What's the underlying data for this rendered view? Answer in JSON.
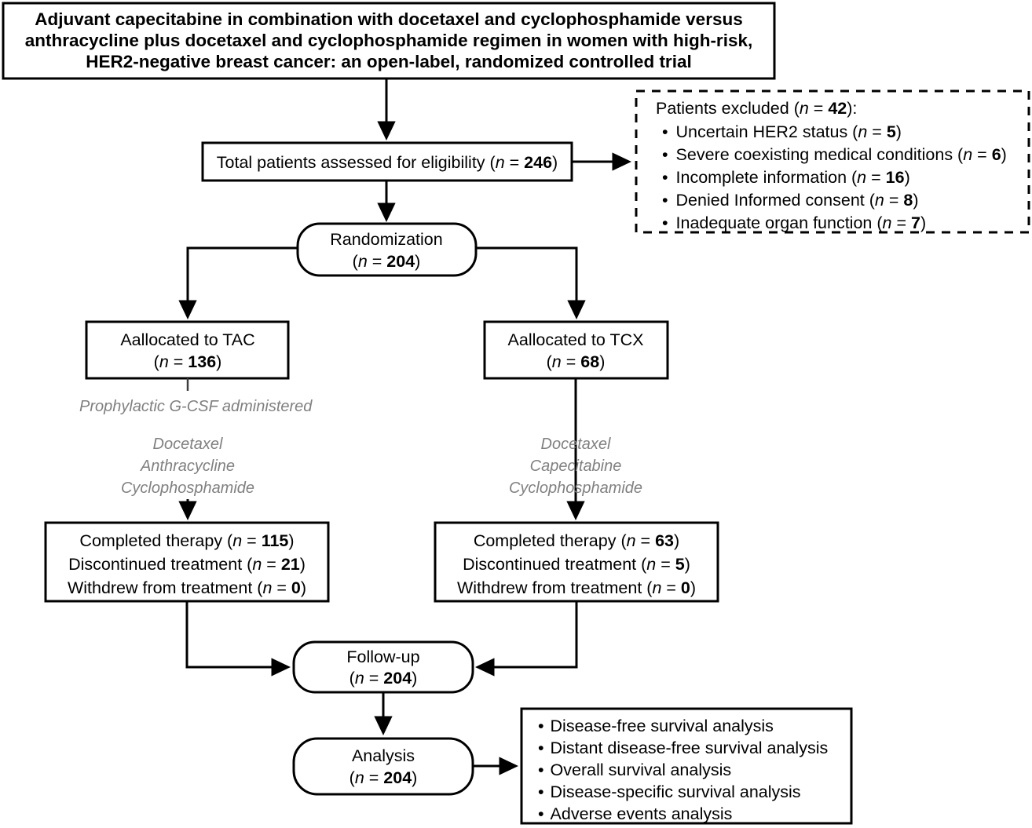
{
  "figure": {
    "type": "consort-flow-diagram",
    "title_box": {
      "lines": [
        "Adjuvant capecitabine in combination with docetaxel and cyclophosphamide versus",
        "anthracycline plus docetaxel and cyclophosphamide regimen in women with high-risk,",
        "HER2-negative breast cancer: an open-label, randomized controlled trial"
      ]
    },
    "eligibility_box": {
      "label": "Total patients assessed for eligibility (",
      "n_prefix": "n",
      "eq": " = ",
      "n_value": "246",
      "suffix": ")"
    },
    "excluded_box": {
      "heading_label": "Patients excluded (",
      "heading_n": "n",
      "heading_eq": " = ",
      "heading_value": "42",
      "heading_suffix": "):",
      "items": [
        {
          "bullet": "•",
          "text": "Uncertain HER2 status (",
          "n": "n",
          "eq": " = ",
          "value": "5",
          "suffix": ")"
        },
        {
          "bullet": "•",
          "text": "Severe coexisting medical conditions (",
          "n": "n",
          "eq": " = ",
          "value": "6",
          "suffix": ")"
        },
        {
          "bullet": "•",
          "text": "Incomplete information (",
          "n": "n",
          "eq": " = ",
          "value": "16",
          "suffix": ")"
        },
        {
          "bullet": "•",
          "text": "Denied Informed consent (",
          "n": "n",
          "eq": " = ",
          "value": "8",
          "suffix": ")"
        },
        {
          "bullet": "•",
          "text": "Inadequate organ function (",
          "n": "n",
          "eq": " = ",
          "value": "7",
          "suffix": ")"
        }
      ]
    },
    "randomization_box": {
      "line1": "Randomization",
      "n": "n",
      "eq": " = ",
      "value": "204"
    },
    "allocation_left": {
      "line1": "Aallocated to TAC",
      "n": "n",
      "eq": " = ",
      "value": "136"
    },
    "allocation_right": {
      "line1": "Aallocated to TCX",
      "n": "n",
      "eq": " = ",
      "value": "68"
    },
    "gcsf_note": "Prophylactic G-CSF administered",
    "regimen_left": [
      "Docetaxel",
      "Anthracycline",
      "Cyclophosphamide"
    ],
    "regimen_right": [
      "Docetaxel",
      "Capecitabine",
      "Cyclophosphamide"
    ],
    "therapy_left": {
      "rows": [
        {
          "text": "Completed therapy (",
          "n": "n",
          "eq": " = ",
          "value": "115",
          "suffix": ")"
        },
        {
          "text": "Discontinued treatment (",
          "n": "n",
          "eq": " = ",
          "value": "21",
          "suffix": ")"
        },
        {
          "text": "Withdrew from treatment (",
          "n": "n",
          "eq": " = ",
          "value": "0",
          "suffix": ")"
        }
      ]
    },
    "therapy_right": {
      "rows": [
        {
          "text": "Completed therapy (",
          "n": "n",
          "eq": " = ",
          "value": "63",
          "suffix": ")"
        },
        {
          "text": "Discontinued treatment (",
          "n": "n",
          "eq": " = ",
          "value": "5",
          "suffix": ")"
        },
        {
          "text": "Withdrew from treatment (",
          "n": "n",
          "eq": " = ",
          "value": "0",
          "suffix": ")"
        }
      ]
    },
    "followup_box": {
      "line1": "Follow-up",
      "n": "n",
      "eq": " = ",
      "value": "204"
    },
    "analysis_box": {
      "line1": "Analysis",
      "n": "n",
      "eq": " = ",
      "value": "204"
    },
    "analysis_list": {
      "items": [
        {
          "bullet": "•",
          "text": "Disease-free survival analysis"
        },
        {
          "bullet": "•",
          "text": "Distant disease-free survival analysis"
        },
        {
          "bullet": "•",
          "text": "Overall survival analysis"
        },
        {
          "bullet": "•",
          "text": "Disease-specific survival analysis"
        },
        {
          "bullet": "•",
          "text": "Adverse events analysis"
        }
      ]
    },
    "colors": {
      "stroke": "#000000",
      "background": "#ffffff",
      "gray_text": "#808080"
    }
  }
}
